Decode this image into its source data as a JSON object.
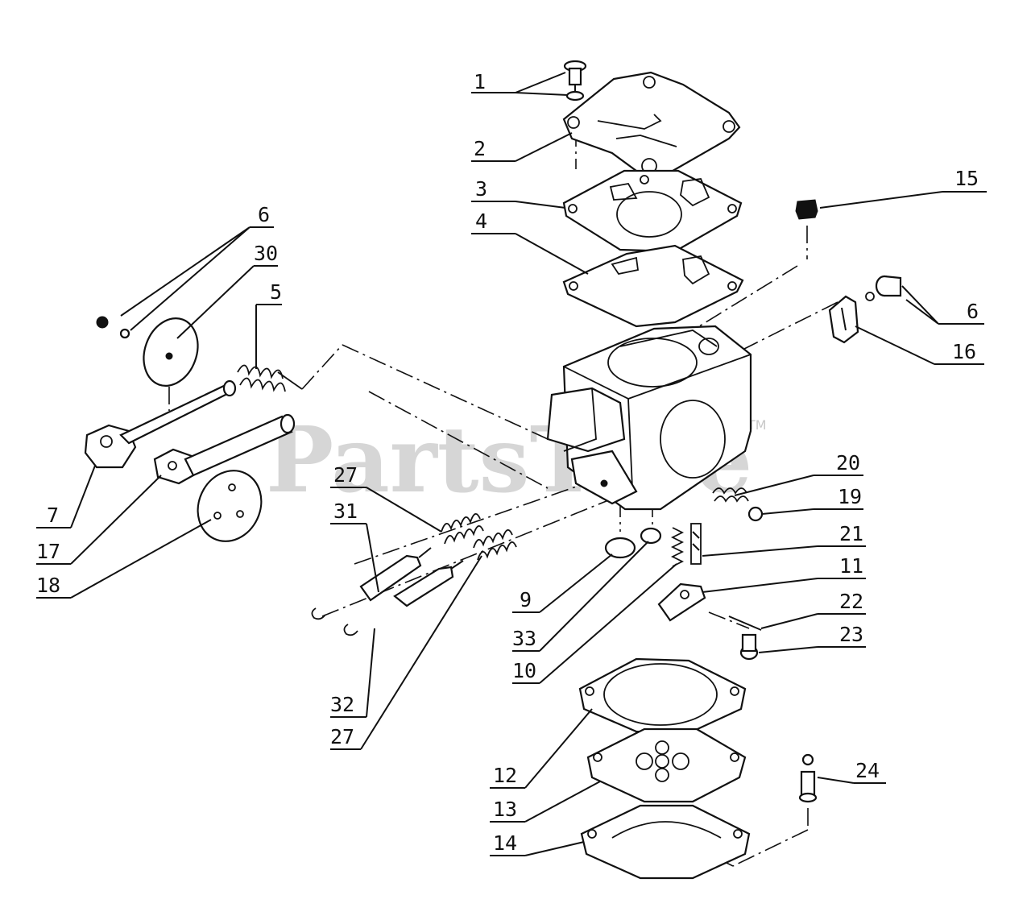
{
  "watermark": {
    "text": "PartsTree",
    "trademark": "TM"
  },
  "callouts": {
    "c1": "1",
    "c2": "2",
    "c3": "3",
    "c4": "4",
    "c5": "5",
    "c6a": "6",
    "c6b": "6",
    "c7": "7",
    "c9": "9",
    "c10": "10",
    "c11": "11",
    "c12": "12",
    "c13": "13",
    "c14": "14",
    "c15": "15",
    "c16": "16",
    "c17": "17",
    "c18": "18",
    "c19": "19",
    "c20": "20",
    "c21": "21",
    "c22": "22",
    "c23": "23",
    "c24": "24",
    "c27a": "27",
    "c27b": "27",
    "c30": "30",
    "c31": "31",
    "c32": "32",
    "c33": "33"
  }
}
